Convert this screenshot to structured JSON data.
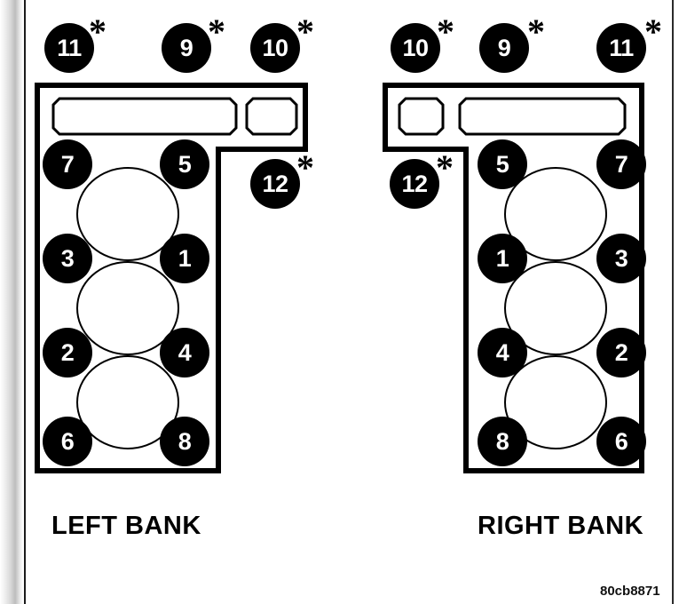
{
  "figure": {
    "code": "80cb8871",
    "background_color": "#ffffff",
    "ink_color": "#000000",
    "marker_text_color": "#ffffff"
  },
  "banks": [
    {
      "id": "left",
      "label": "LEFT BANK",
      "coil_markers": [
        {
          "number": "11",
          "asterisk": "*"
        },
        {
          "number": "9",
          "asterisk": "*"
        },
        {
          "number": "10",
          "asterisk": "*"
        }
      ],
      "side_marker": {
        "number": "12",
        "asterisk": "*"
      },
      "cylinder_markers": [
        {
          "number": "7"
        },
        {
          "number": "5"
        },
        {
          "number": "3"
        },
        {
          "number": "1"
        },
        {
          "number": "2"
        },
        {
          "number": "4"
        },
        {
          "number": "6"
        },
        {
          "number": "8"
        }
      ]
    },
    {
      "id": "right",
      "label": "RIGHT BANK",
      "coil_markers": [
        {
          "number": "10",
          "asterisk": "*"
        },
        {
          "number": "9",
          "asterisk": "*"
        },
        {
          "number": "11",
          "asterisk": "*"
        }
      ],
      "side_marker": {
        "number": "12",
        "asterisk": "*"
      },
      "cylinder_markers": [
        {
          "number": "5"
        },
        {
          "number": "7"
        },
        {
          "number": "1"
        },
        {
          "number": "3"
        },
        {
          "number": "4"
        },
        {
          "number": "2"
        },
        {
          "number": "8"
        },
        {
          "number": "6"
        }
      ]
    }
  ]
}
